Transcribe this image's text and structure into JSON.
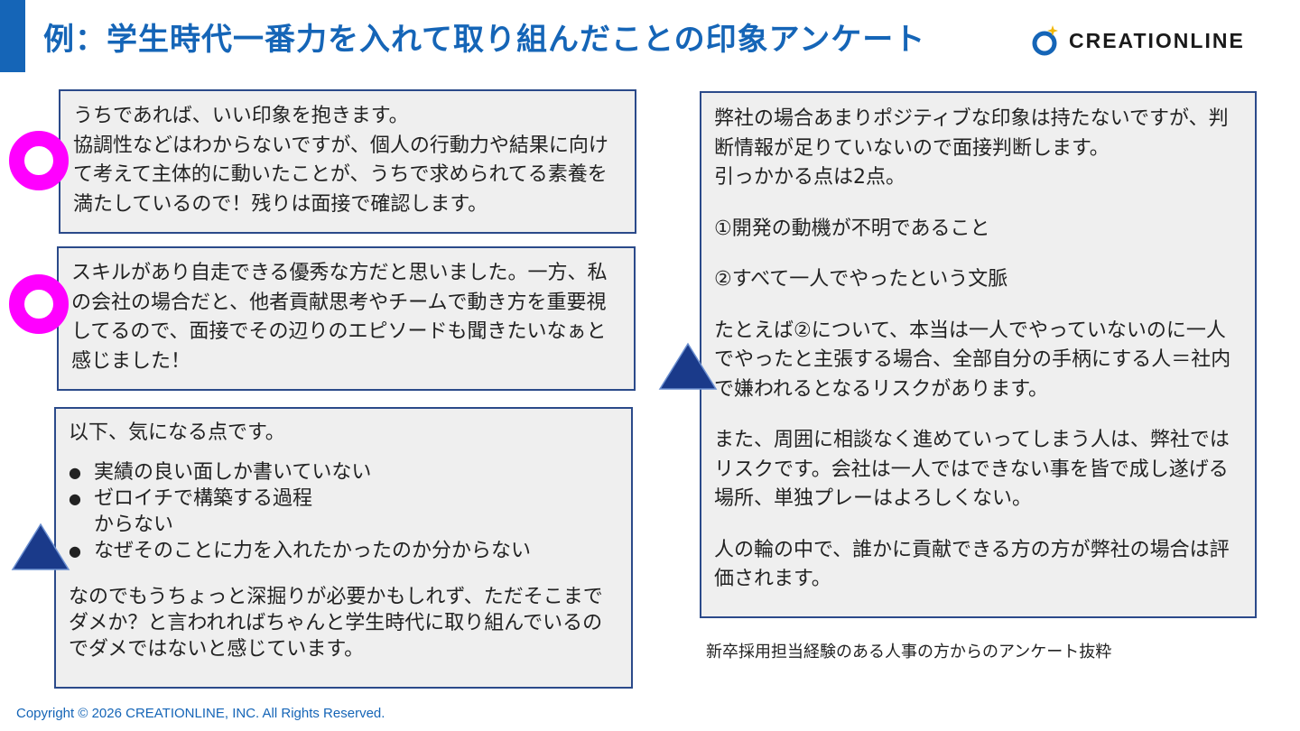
{
  "header": {
    "title": "例：学生時代一番力を入れて取り組んだことの印象アンケート",
    "logo_text": "CREATIONLINE"
  },
  "colors": {
    "accent": "#1565b7",
    "card_border": "#2b4a8a",
    "card_fill": "#efefef",
    "ring": "#ff00ff",
    "triangle": "#1a3a8a"
  },
  "markers": {
    "card1": "circle-mark",
    "card2": "circle-mark",
    "card3": "triangle-mark",
    "card4": "triangle-mark"
  },
  "card1": {
    "lines": [
      "うちであれば、いい印象を抱きます。",
      "協調性などはわからないですが、個人の行動力や結果に向けて考えて主体的に動いたことが、うちで求められてる素養を満たしているので！残りは面接で確認します。"
    ]
  },
  "card2": {
    "text": "スキルがあり自走できる優秀な方だと思いました。一方、私の会社の場合だと、他者貢献思考やチームで動き方を重要視してるので、面接でその辺りのエピソードも聞きたいなぁと感じました！"
  },
  "card3": {
    "intro": "以下、気になる点です。",
    "bullets": [
      "実績の良い面しか書いていない",
      "ゼロイチで構築する過程\nからない",
      "なぜそのことに力を入れたかったのか分からない"
    ],
    "outro": "なのでもうちょっと深掘りが必要かもしれず、ただそこまでダメか？と言われればちゃんと学生時代に取り組んでいるのでダメではないと感じています。"
  },
  "card4": {
    "p1": "弊社の場合あまりポジティブな印象は持たないですが、判断情報が足りていないので面接判断します。\n引っかかる点は2点。",
    "p2": "①開発の動機が不明であること",
    "p3": "②すべて一人でやったという文脈",
    "p4": "たとえば②について、本当は一人でやっていないのに一人でやったと主張する場合、全部自分の手柄にする人＝社内で嫌われるとなるリスクがあります。",
    "p5": "また、周囲に相談なく進めていってしまう人は、弊社ではリスクです。会社は一人ではできない事を皆で成し遂げる場所、単独プレーはよろしくない。",
    "p6": "人の輪の中で、誰かに貢献できる方の方が弊社の場合は評価されます。"
  },
  "caption": "新卒採用担当経験のある人事の方からのアンケート抜粋",
  "footer": {
    "copyright": "Copyright © 2026 CREATIONLINE, INC. All Rights Reserved."
  }
}
